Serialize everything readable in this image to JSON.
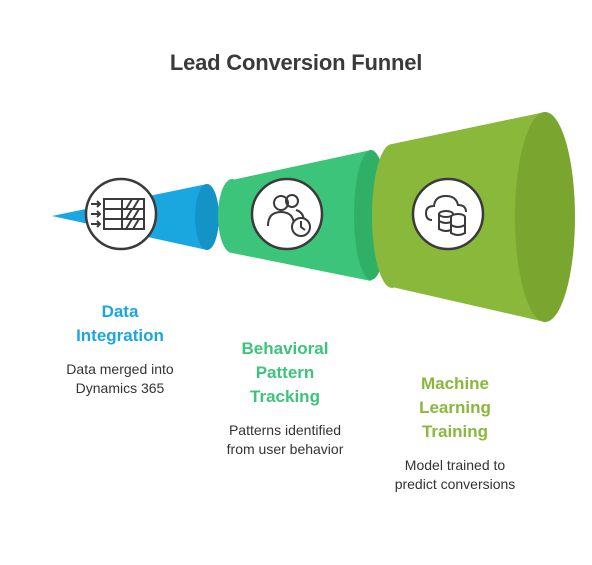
{
  "title": "Lead Conversion Funnel",
  "colors": {
    "stage1": "#1aa7df",
    "stage2": "#3cc47a",
    "stage3": "#8ab83a",
    "title": "#3a3a3a",
    "icon_stroke": "#3a3a3a"
  },
  "stages": [
    {
      "icon": "table-arrows-icon",
      "heading_lines": [
        "Data",
        "Integration"
      ],
      "description_lines": [
        "Data merged into",
        "Dynamics 365"
      ]
    },
    {
      "icon": "users-clock-icon",
      "heading_lines": [
        "Behavioral",
        "Pattern",
        "Tracking"
      ],
      "description_lines": [
        "Patterns identified",
        "from user behavior"
      ]
    },
    {
      "icon": "database-cloud-icon",
      "heading_lines": [
        "Machine",
        "Learning",
        "Training"
      ],
      "description_lines": [
        "Model trained to",
        "predict conversions"
      ]
    }
  ]
}
